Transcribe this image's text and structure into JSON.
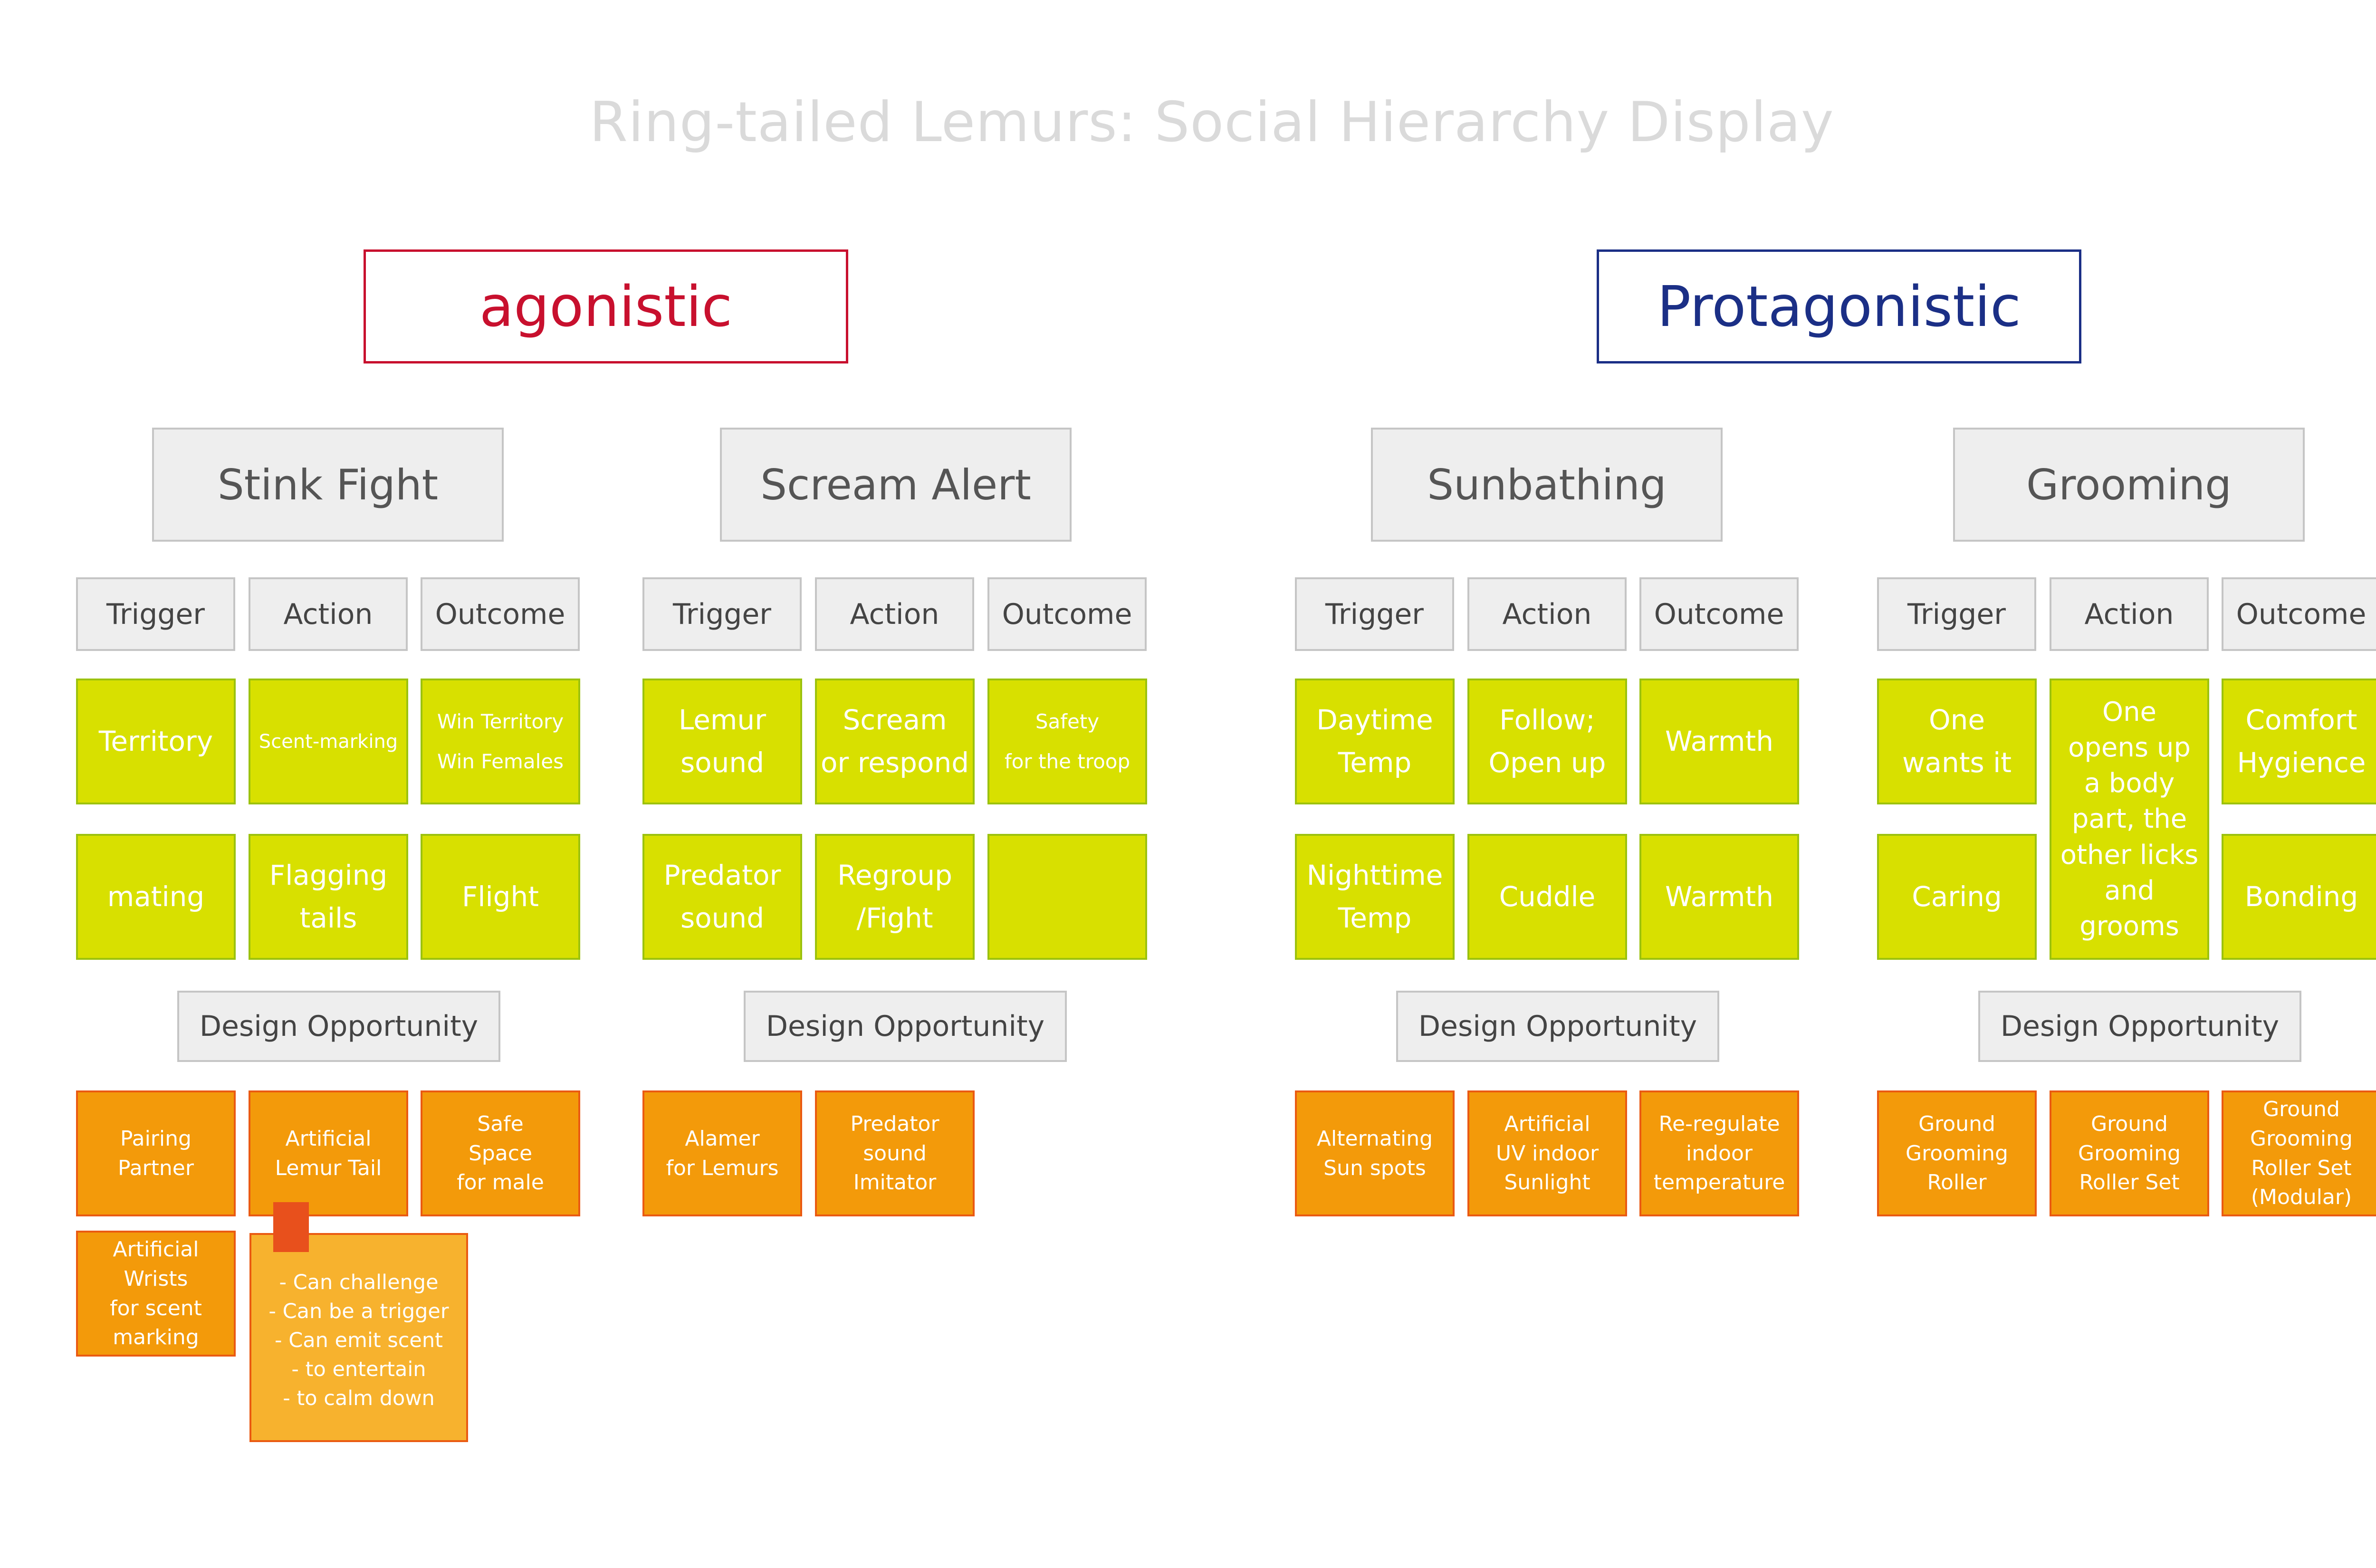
{
  "title": "Ring-tailed Lemurs: Social Hierarchy Display",
  "colors": {
    "agonistic": "#c8102e",
    "protagonistic": "#1b2f86",
    "observation_fill": "#d8e000",
    "opportunity_fill": "#f39a0a",
    "opportunity_border": "#ea5a12"
  },
  "categories": {
    "agonistic": "agonistic",
    "protagonistic": "Protagonistic"
  },
  "headers": {
    "trigger": "Trigger",
    "action": "Action",
    "outcome": "Outcome",
    "design_opportunity": "Design Opportunity"
  },
  "behaviors": {
    "stink_fight": {
      "name": "Stink Fight",
      "row1": [
        "Territory",
        "Scent-marking",
        "Win Territory\nWin Females"
      ],
      "row2": [
        "mating",
        "Flagging\ntails",
        "Flight"
      ],
      "opportunities": [
        "Pairing\nPartner",
        "Artificial\nLemur Tail",
        "Safe\nSpace\nfor male",
        "Artificial\nWrists\nfor scent\nmarking"
      ],
      "note": "-  Can challenge\n- Can be a trigger\n- Can emit scent\n- to entertain\n- to calm down"
    },
    "scream_alert": {
      "name": "Scream Alert",
      "row1": [
        "Lemur\nsound",
        "Scream\nor respond",
        "Safety\nfor the troop"
      ],
      "row2": [
        "Predator\nsound",
        "Regroup\n/Fight",
        ""
      ],
      "opportunities": [
        "Alamer\nfor Lemurs",
        "Predator\nsound\nImitator"
      ]
    },
    "sunbathing": {
      "name": "Sunbathing",
      "row1": [
        "Daytime\nTemp",
        "Follow;\nOpen up",
        "Warmth"
      ],
      "row2": [
        "Nighttime\nTemp",
        "Cuddle",
        "Warmth"
      ],
      "opportunities": [
        "Alternating\nSun spots",
        "Artificial\nUV indoor\nSunlight",
        "Re-regulate\nindoor\ntemperature"
      ]
    },
    "grooming": {
      "name": "Grooming",
      "row1": [
        "One\nwants it",
        "Comfort\nHygience"
      ],
      "row2": [
        "Caring",
        "Bonding"
      ],
      "action_tall": "One\nopens up\na body\npart, the\nother licks\nand\ngrooms",
      "opportunities": [
        "Ground\nGrooming\nRoller",
        "Ground\nGrooming\nRoller Set",
        "Ground\nGrooming\nRoller Set\n(Modular)"
      ]
    }
  }
}
